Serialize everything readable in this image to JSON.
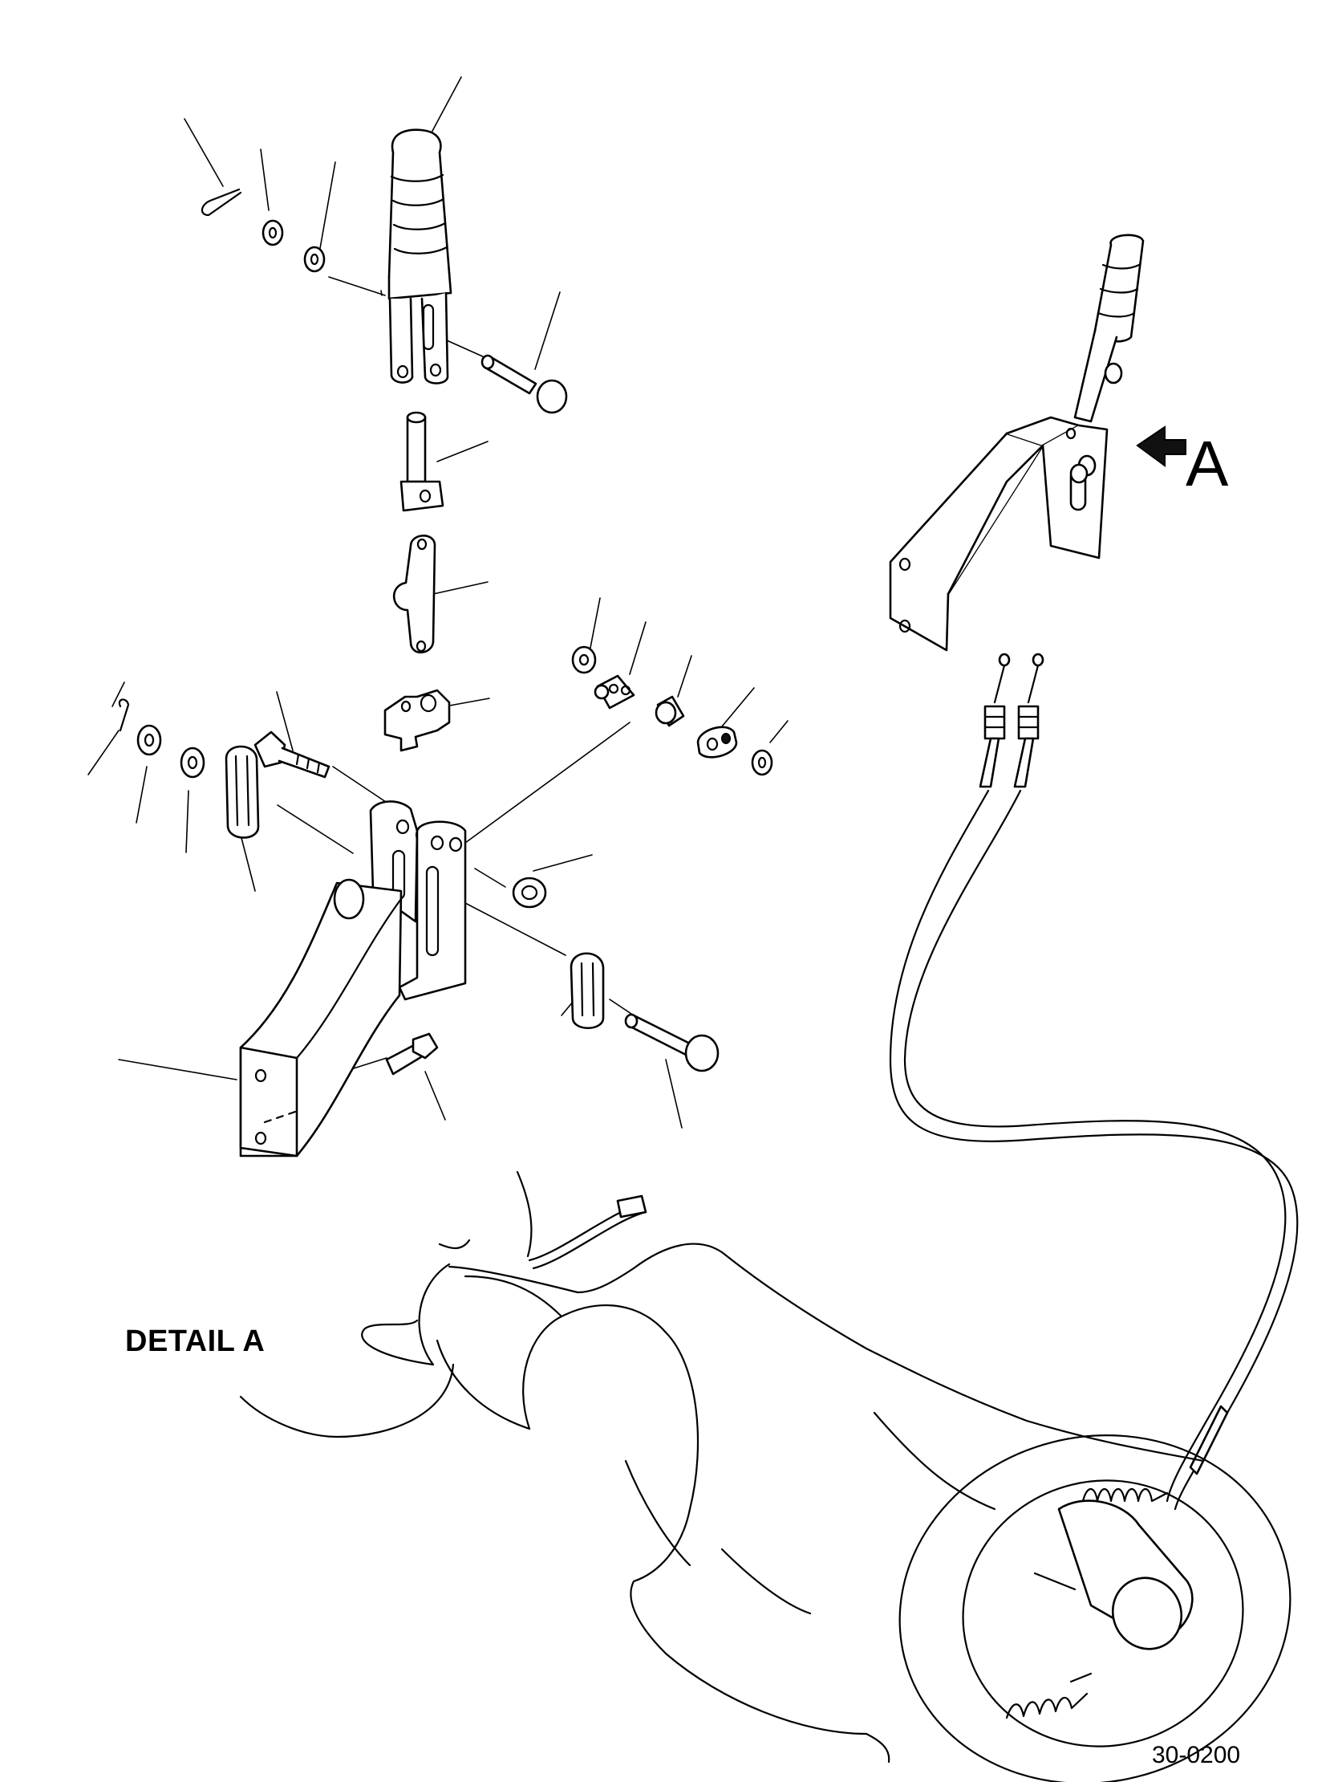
{
  "labels": {
    "view_letter": "A",
    "detail_caption": "DETAIL A",
    "figure_code": "30-0200"
  }
}
